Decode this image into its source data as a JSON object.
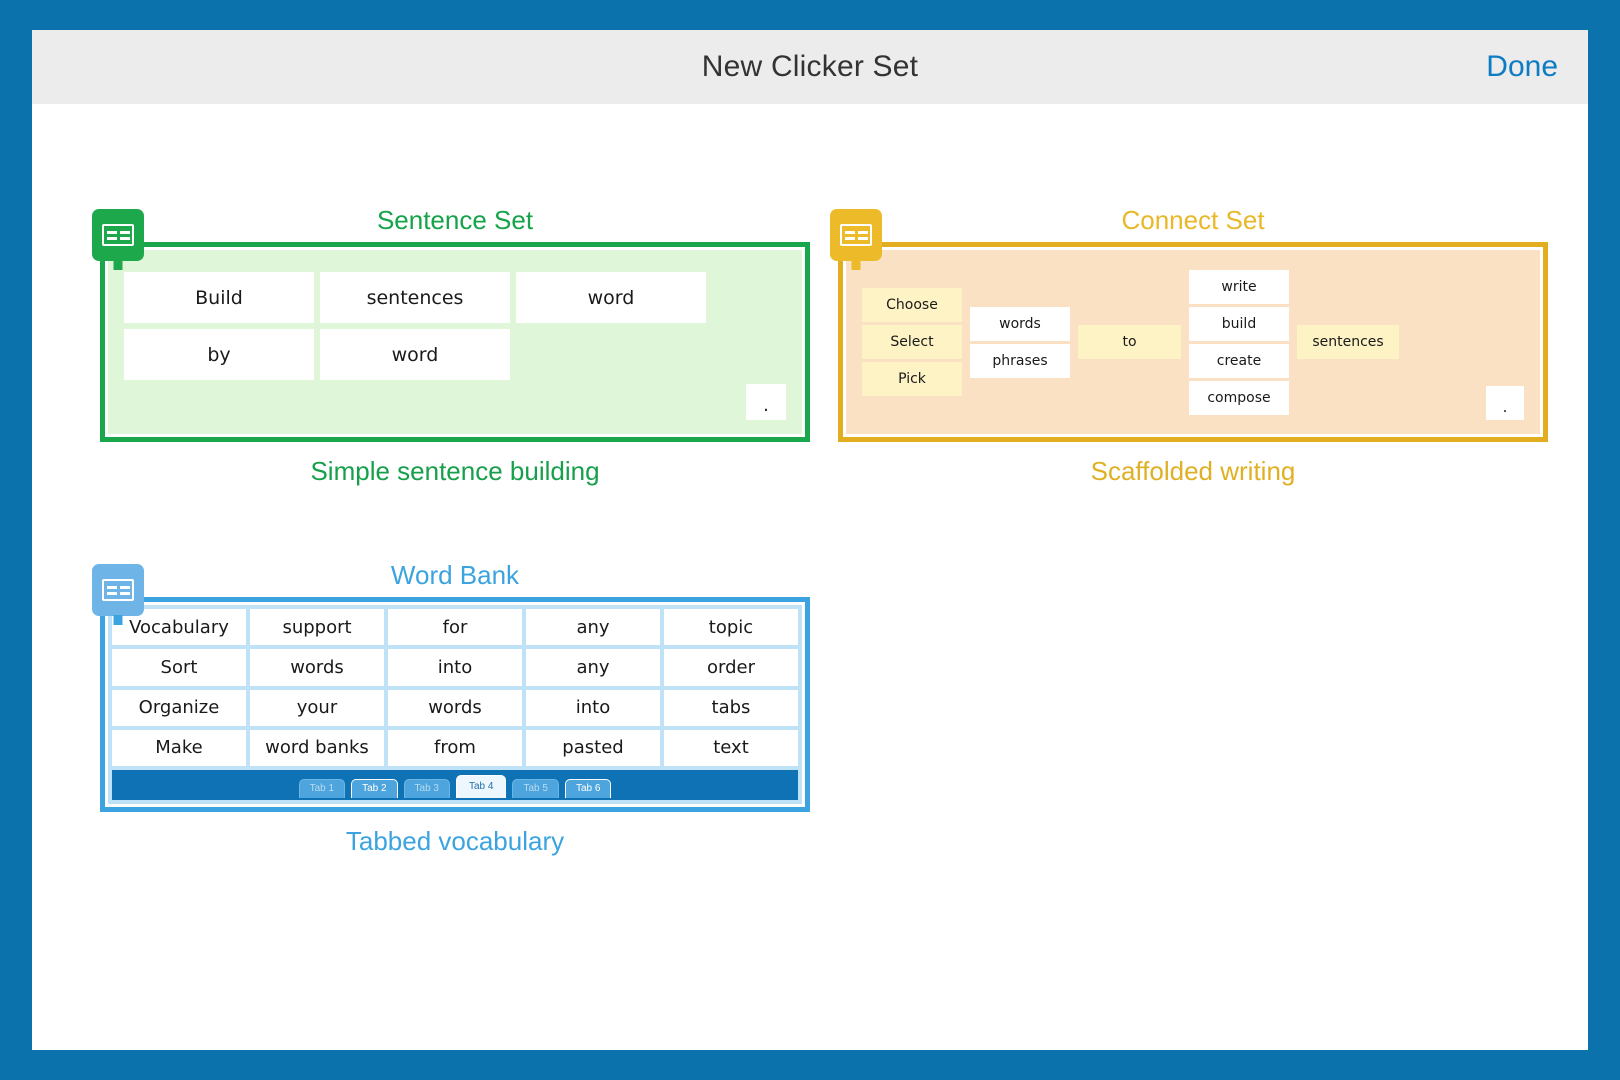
{
  "window": {
    "title": "New Clicker Set",
    "done_label": "Done",
    "frame_color": "#0c72ab",
    "titlebar_color": "#ececec"
  },
  "sets": {
    "sentence": {
      "title": "Sentence Set",
      "caption": "Simple sentence building",
      "color": "#16a34a",
      "icon": "clicker-set-icon",
      "rows": [
        [
          "Build",
          "sentences",
          "word"
        ],
        [
          "by",
          "word"
        ]
      ],
      "period": "."
    },
    "connect": {
      "title": "Connect Set",
      "caption": "Scaffolded writing",
      "color": "#e8b828",
      "icon": "clicker-set-icon",
      "columns": [
        {
          "style": "yellow",
          "cells": [
            "Choose",
            "Select",
            "Pick"
          ]
        },
        {
          "style": "white",
          "cells": [
            "words",
            "phrases"
          ]
        },
        {
          "style": "yellow",
          "cells": [
            "to"
          ]
        },
        {
          "style": "white",
          "cells": [
            "write",
            "build",
            "create",
            "compose"
          ]
        },
        {
          "style": "yellow",
          "cells": [
            "sentences"
          ]
        }
      ],
      "period": "."
    },
    "wordbank": {
      "title": "Word Bank",
      "caption": "Tabbed vocabulary",
      "color": "#3ba4e0",
      "icon": "clicker-set-icon",
      "rows": [
        [
          "Vocabulary",
          "support",
          "for",
          "any",
          "topic"
        ],
        [
          "Sort",
          "words",
          "into",
          "any",
          "order"
        ],
        [
          "Organize",
          "your",
          "words",
          "into",
          "tabs"
        ],
        [
          "Make",
          "word banks",
          "from",
          "pasted",
          "text"
        ]
      ],
      "tabs": [
        {
          "label": "Tab 1",
          "active": false,
          "style": "dim"
        },
        {
          "label": "Tab 2",
          "active": false,
          "style": "alt"
        },
        {
          "label": "Tab 3",
          "active": false,
          "style": "dim"
        },
        {
          "label": "Tab 4",
          "active": true,
          "style": "active"
        },
        {
          "label": "Tab 5",
          "active": false,
          "style": "dim"
        },
        {
          "label": "Tab 6",
          "active": false,
          "style": "alt"
        }
      ]
    }
  }
}
